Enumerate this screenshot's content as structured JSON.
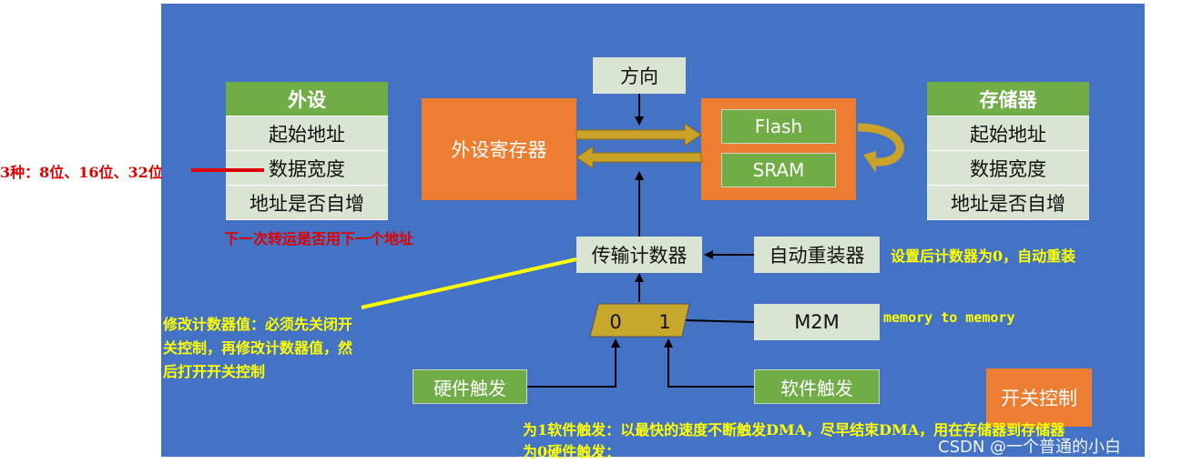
{
  "peripheral": {
    "title": "外设",
    "rows": [
      "起始地址",
      "数据宽度",
      "地址是否自增"
    ]
  },
  "memory": {
    "title": "存储器",
    "rows": [
      "起始地址",
      "数据宽度",
      "地址是否自增"
    ]
  },
  "direction_label": "方向",
  "peripheral_register_label": "外设寄存器",
  "flash_label": "Flash",
  "sram_label": "SRAM",
  "transfer_counter_label": "传输计数器",
  "auto_reload_label": "自动重装器",
  "mux": {
    "left": "0",
    "right": "1"
  },
  "m2m_label": "M2M",
  "hardware_trigger_label": "硬件触发",
  "software_trigger_label": "软件触发",
  "switch_control_label": "开关控制",
  "notes": {
    "width_options": "3种：8位、16位、32位",
    "next_transfer": "下一次转运是否用下一个地址",
    "reload_note": "设置后计数器为0，自动重装",
    "modify_counter": "修改计数器值：必须先关闭开关控制，再修改计数器值，然后打开开关控制",
    "m2m_note": "memory to memory",
    "trigger_note_line1": "为1软件触发：以最快的速度不断触发DMA，尽早结束DMA，用在存储器到存储器",
    "trigger_note_line2": "为0硬件触发："
  },
  "watermark": "CSDN @一个普通的小白",
  "colors": {
    "background": "#4472c4",
    "header_green": "#70ad47",
    "cell_light": "#d9e4d2",
    "orange": "#ed7d31",
    "arrow_gold": "#c9a227",
    "mux_fill": "#c8a82c",
    "note_yellow": "#ffff00",
    "note_red": "#e00000"
  }
}
